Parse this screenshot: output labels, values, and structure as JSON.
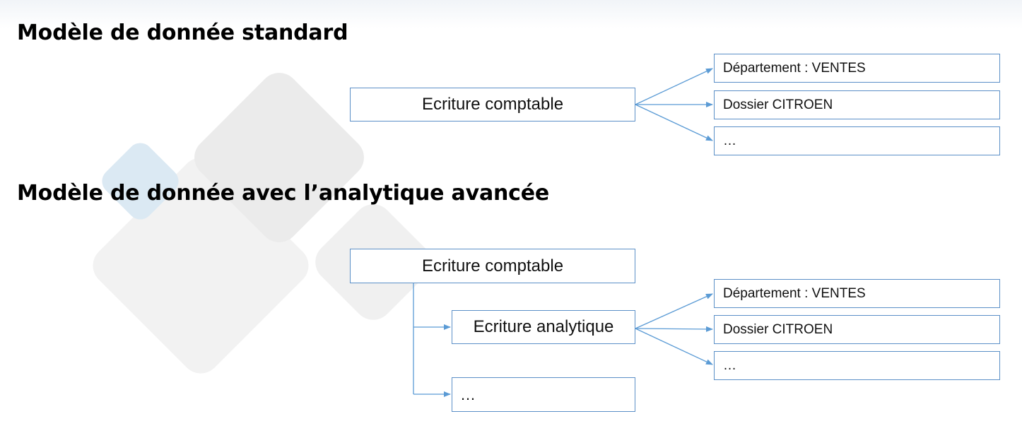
{
  "standard": {
    "title": "Modèle de donnée standard",
    "root": "Ecriture comptable",
    "targets": [
      "Département : VENTES",
      "Dossier CITROEN",
      "…"
    ]
  },
  "advanced": {
    "title": "Modèle de donnée avec l’analytique avancée",
    "root": "Ecriture comptable",
    "children": [
      "Ecriture analytique",
      "…"
    ],
    "targets": [
      "Département : VENTES",
      "Dossier CITROEN",
      "…"
    ]
  },
  "colors": {
    "border": "#5b8fc7",
    "arrow": "#5b9bd5"
  }
}
